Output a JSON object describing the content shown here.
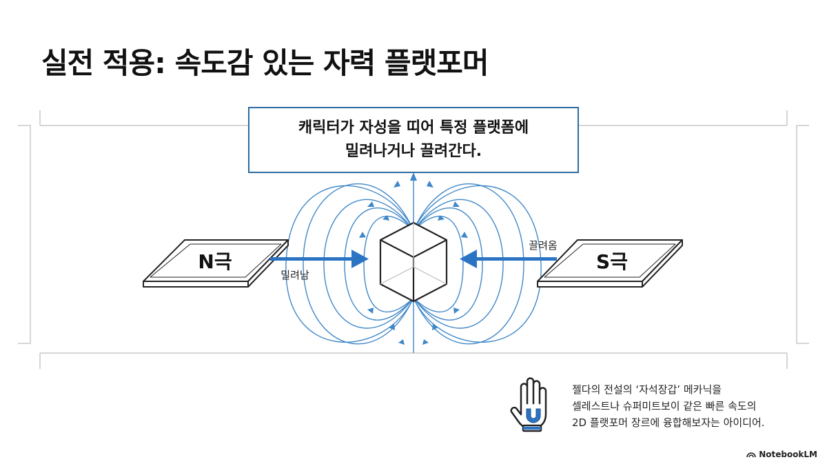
{
  "title": "실전 적용: 속도감 있는 자력 플랫포머",
  "callout": {
    "line1": "캐릭터가 자성을 띠어 특정 플랫폼에",
    "line2": "밀려나거나 끌려간다."
  },
  "diagram": {
    "left_plate_label": "N극",
    "right_plate_label": "S극",
    "push_label": "밀려남",
    "pull_label": "끌려옴",
    "accent_color": "#2b6aa3"
  },
  "note": {
    "line1": "젤다의 전설의 ‘자석장갑’ 메카닉을",
    "line2": "셀레스트나 슈퍼미트보이 같은 빠른 속도의",
    "line3": "2D 플랫포머 장르에 융합해보자는 아이디어."
  },
  "brand": "NotebookLM",
  "icons": {
    "glove": "magnet-glove-icon",
    "brand_logo": "notebooklm-logo-icon"
  }
}
